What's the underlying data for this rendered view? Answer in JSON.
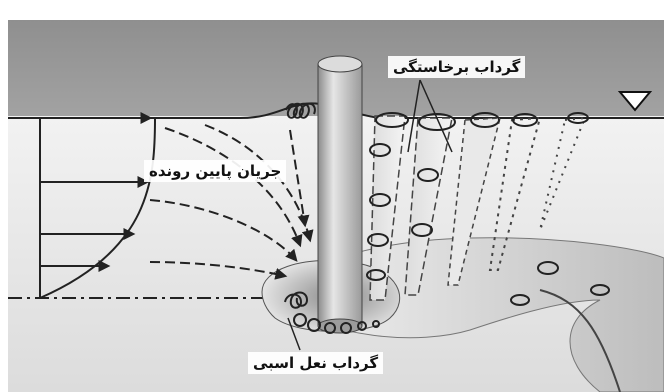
{
  "labels": {
    "wake_vortex": "گرداب برخاستگی",
    "downflow": "جریان پایین رونده",
    "horseshoe_vortex": "گرداب نعل اسبی"
  },
  "icons": {
    "water_surface": "inverted-triangle-icon"
  },
  "colors": {
    "water": "#9a9a9a",
    "bed": "#d9d9d9",
    "pier": "#b5b5b5",
    "lines": "#222222"
  }
}
